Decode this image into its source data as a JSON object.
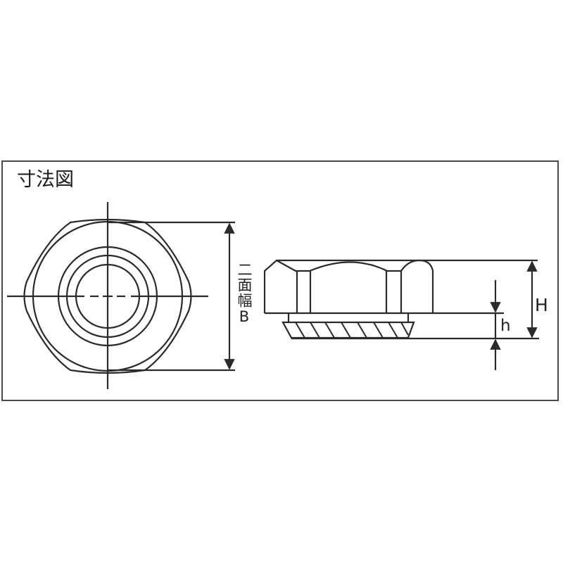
{
  "diagram": {
    "title": "寸法図",
    "front_view": {
      "name": "hex flange nut top view",
      "dimension_label": "二面幅B"
    },
    "side_view": {
      "name": "hex flange nut side view",
      "dimension_total_height": "H",
      "dimension_flange_height": "h"
    },
    "colors": {
      "line": "#2a2a2a",
      "frame": "#4a4a4a",
      "background": "#ffffff"
    }
  }
}
